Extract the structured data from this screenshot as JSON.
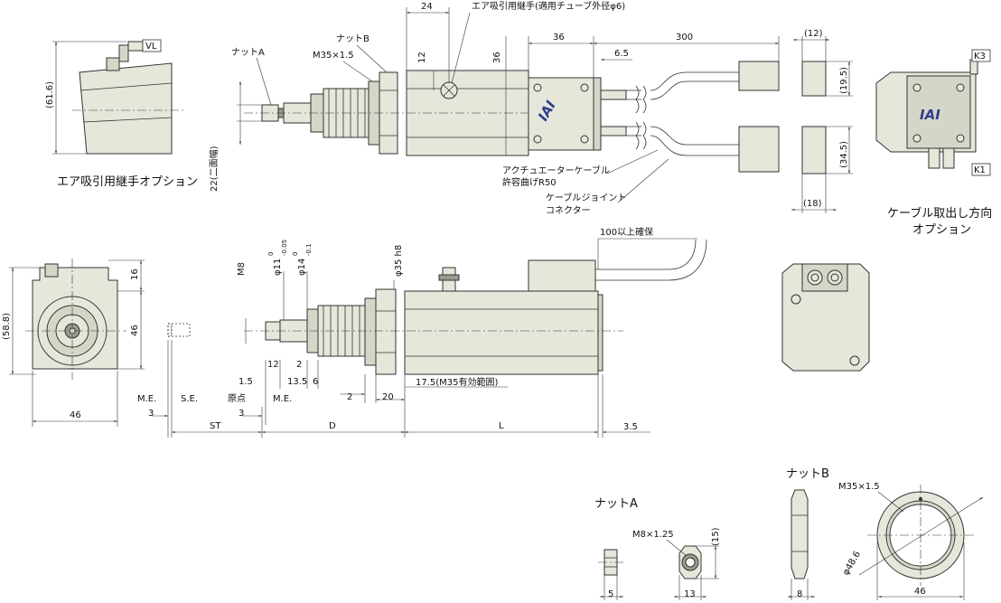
{
  "callouts": {
    "air_fitting": "エア吸引用継手(適用チューブ外径φ6)",
    "nut_a": "ナットA",
    "nut_b": "ナットB",
    "thread_m35": "M35×1.5",
    "cable_bend_1": "アクチュエーターケーブル",
    "cable_bend_2": "許容曲げR50",
    "cable_joint_1": "ケーブルジョイント",
    "cable_joint_2": "コネクター",
    "clearance": "100以上確保",
    "effective_range": "17.5(M35有効範囲)",
    "width_across": "22(二面幅)"
  },
  "captions": {
    "air_option": "エア吸引用継手オプション",
    "cable_option_1": "ケーブル取出し方向",
    "cable_option_2": "オプション",
    "nut_a_title": "ナットA",
    "nut_b_title": "ナットB"
  },
  "tags": {
    "vl": "VL",
    "k3": "K3",
    "k1": "K1"
  },
  "logo": "IAI",
  "dims": {
    "d24": "24",
    "d12": "12",
    "d36a": "36",
    "d36b": "36",
    "d300": "300",
    "d6_5": "6.5",
    "d12p": "(12)",
    "d19_5": "(19.5)",
    "d34_5": "(34.5)",
    "d18": "(18)",
    "d61_6": "(61.6)",
    "d16": "16",
    "d46v": "46",
    "d58_8": "(58.8)",
    "d46h": "46",
    "m8": "M8",
    "phi11": "φ11",
    "phi11_tol_top": "0",
    "phi11_tol_bot": "-0.05",
    "phi14": "φ14",
    "phi14_tol_top": "0",
    "phi14_tol_bot": "-0.1",
    "phi35": "φ35 h8",
    "d12b": "12",
    "d2a": "2",
    "d1_5": "1.5",
    "d13_5": "13.5",
    "d6": "6",
    "d2b": "2",
    "d20": "20",
    "d3_5": "3.5",
    "me": "M.E.",
    "se": "S.E.",
    "origin": "原点",
    "me2": "M.E.",
    "d3a": "3",
    "d3b": "3",
    "st": "ST",
    "d": "D",
    "l": "L",
    "m8_125": "M8×1.25",
    "d15": "(15)",
    "d5": "5",
    "d13": "13",
    "m35_b": "M35×1.5",
    "phi48_6": "φ48.6",
    "d8": "8",
    "d46b": "46"
  }
}
